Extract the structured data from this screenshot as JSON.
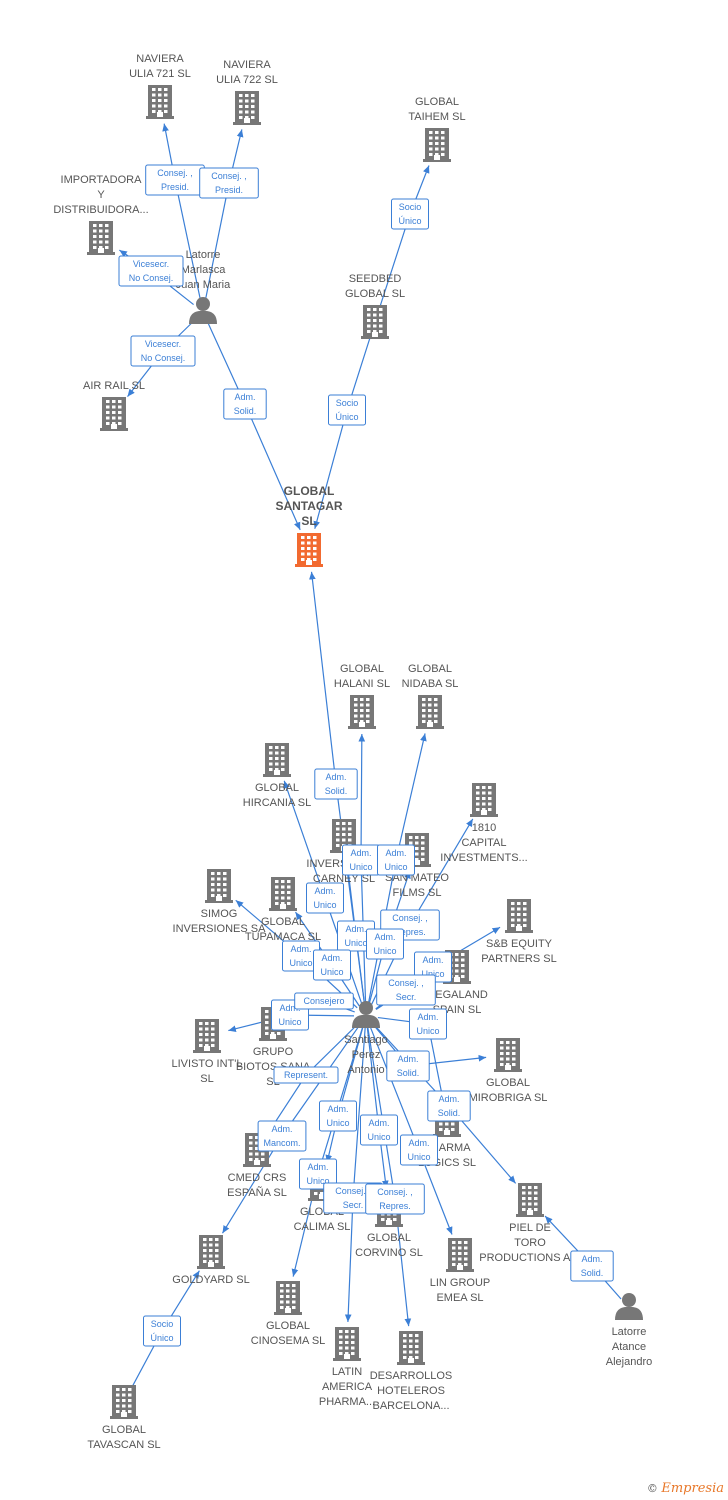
{
  "accent_color": "#3b7fd6",
  "node_color": "#777777",
  "main_node_color": "#f26a30",
  "nodes": [
    {
      "id": "naviera721",
      "type": "company",
      "lines": [
        "NAVIERA",
        "ULIA 721  SL"
      ]
    },
    {
      "id": "naviera722",
      "type": "company",
      "lines": [
        "NAVIERA",
        "ULIA 722  SL"
      ]
    },
    {
      "id": "taihem",
      "type": "company",
      "lines": [
        "GLOBAL",
        "TAIHEM SL"
      ]
    },
    {
      "id": "importadora",
      "type": "company",
      "lines": [
        "IMPORTADORA",
        "Y",
        "DISTRIBUIDORA..."
      ]
    },
    {
      "id": "latorre_jm",
      "type": "person",
      "lines": [
        "Latorre",
        "Marlasca",
        "Juan Maria"
      ]
    },
    {
      "id": "seedbed",
      "type": "company",
      "lines": [
        "SEEDBED",
        "GLOBAL  SL"
      ]
    },
    {
      "id": "airrail",
      "type": "company",
      "lines": [
        "AIR RAIL SL"
      ]
    },
    {
      "id": "santagar",
      "type": "main",
      "lines": [
        "GLOBAL",
        "SANTAGAR",
        "SL"
      ]
    },
    {
      "id": "halani",
      "type": "company",
      "lines": [
        "GLOBAL",
        "HALANI  SL"
      ]
    },
    {
      "id": "nidaba",
      "type": "company",
      "lines": [
        "GLOBAL",
        "NIDABA  SL"
      ]
    },
    {
      "id": "hircania",
      "type": "company",
      "lines": [
        "GLOBAL",
        "HIRCANIA  SL"
      ]
    },
    {
      "id": "capital1810",
      "type": "company",
      "lines": [
        "1810",
        "CAPITAL",
        "INVESTMENTS..."
      ]
    },
    {
      "id": "inversiones_carney",
      "type": "company",
      "lines": [
        "INVERSIONES",
        "CARNEY SL"
      ]
    },
    {
      "id": "sanmateo",
      "type": "company",
      "lines": [
        "SAN MATEO",
        "FILMS SL"
      ]
    },
    {
      "id": "simog",
      "type": "company",
      "lines": [
        "SIMOG",
        "INVERSIONES SA"
      ]
    },
    {
      "id": "tupamaca",
      "type": "company",
      "lines": [
        "GLOBAL",
        "TUPAMACA SL"
      ]
    },
    {
      "id": "sbequity",
      "type": "company",
      "lines": [
        "S&B EQUITY",
        "PARTNERS  SL"
      ]
    },
    {
      "id": "megaland",
      "type": "company",
      "lines": [
        "MEGALAND",
        "SPAIN SL"
      ]
    },
    {
      "id": "livisto",
      "type": "company",
      "lines": [
        "LIVISTO INT'L",
        "SL"
      ]
    },
    {
      "id": "biotos",
      "type": "company",
      "lines": [
        "GRUPO",
        "BIOTOS SANA",
        "SL"
      ]
    },
    {
      "id": "santiago",
      "type": "person",
      "lines": [
        "Santiago",
        "Perez",
        "Antonio"
      ]
    },
    {
      "id": "mirobriga",
      "type": "company",
      "lines": [
        "GLOBAL",
        "MIROBRIGA SL"
      ]
    },
    {
      "id": "pharma_logics",
      "type": "company",
      "lines": [
        "PHARMA",
        "LOGICS  SL"
      ]
    },
    {
      "id": "cmed",
      "type": "company",
      "lines": [
        "CMED CRS",
        "ESPAÑA  SL"
      ]
    },
    {
      "id": "calima",
      "type": "company",
      "lines": [
        "GLOBAL",
        "CALIMA SL"
      ]
    },
    {
      "id": "corvino",
      "type": "company",
      "lines": [
        "GLOBAL",
        "CORVINO SL"
      ]
    },
    {
      "id": "pieldetoro",
      "type": "company",
      "lines": [
        "PIEL DE",
        "TORO",
        "PRODUCTIONS AIE"
      ]
    },
    {
      "id": "goldyard",
      "type": "company",
      "lines": [
        "GOLDYARD SL"
      ]
    },
    {
      "id": "lingroup",
      "type": "company",
      "lines": [
        "LIN GROUP",
        "EMEA  SL"
      ]
    },
    {
      "id": "cinosema",
      "type": "company",
      "lines": [
        "GLOBAL",
        "CINOSEMA SL"
      ]
    },
    {
      "id": "latin_america",
      "type": "company",
      "lines": [
        "LATIN",
        "AMERICA",
        "PHARMA..."
      ]
    },
    {
      "id": "desarrollos",
      "type": "company",
      "lines": [
        "DESARROLLOS",
        "HOTELEROS",
        "BARCELONA..."
      ]
    },
    {
      "id": "latorre_aa",
      "type": "person",
      "lines": [
        "Latorre",
        "Atance",
        "Alejandro"
      ]
    },
    {
      "id": "tavascan",
      "type": "company",
      "lines": [
        "GLOBAL",
        "TAVASCAN  SL"
      ]
    }
  ],
  "edges": [
    {
      "from": "latorre_jm",
      "to": "naviera721",
      "label": [
        "Consej. ,",
        "Presid."
      ]
    },
    {
      "from": "latorre_jm",
      "to": "naviera722",
      "label": [
        "Consej. ,",
        "Presid."
      ]
    },
    {
      "from": "latorre_jm",
      "to": "importadora",
      "label": [
        "Vicesecr.",
        "No Consej."
      ]
    },
    {
      "from": "latorre_jm",
      "to": "airrail",
      "label": [
        "Vicesecr.",
        "No Consej."
      ]
    },
    {
      "from": "latorre_jm",
      "to": "santagar",
      "label": [
        "Adm.",
        "Solid."
      ]
    },
    {
      "from": "seedbed",
      "to": "taihem",
      "label": [
        "Socio",
        "Único"
      ]
    },
    {
      "from": "seedbed",
      "to": "santagar",
      "label": [
        "Socio",
        "Único"
      ]
    },
    {
      "from": "santiago",
      "to": "santagar",
      "label": [
        "Adm.",
        "Solid."
      ]
    },
    {
      "from": "santiago",
      "to": "halani",
      "label": [
        "Adm.",
        "Unico"
      ]
    },
    {
      "from": "santiago",
      "to": "nidaba",
      "label": [
        "Adm.",
        "Unico"
      ]
    },
    {
      "from": "santiago",
      "to": "hircania",
      "label": [
        "Adm.",
        "Unico"
      ]
    },
    {
      "from": "santiago",
      "to": "capital1810",
      "label": [
        "Consej. ,",
        "Repres."
      ]
    },
    {
      "from": "santiago",
      "to": "inversiones_carney",
      "label": [
        "Adm.",
        "Unico"
      ]
    },
    {
      "from": "santiago",
      "to": "sanmateo",
      "label": [
        "Adm.",
        "Unico"
      ]
    },
    {
      "from": "santiago",
      "to": "simog",
      "label": [
        "Adm.",
        "Unico"
      ]
    },
    {
      "from": "santiago",
      "to": "tupamaca",
      "label": [
        "Adm.",
        "Unico"
      ]
    },
    {
      "from": "santiago",
      "to": "sbequity",
      "label": [
        "Adm.",
        "Unico"
      ]
    },
    {
      "from": "santiago",
      "to": "megaland",
      "label": [
        "Consej. ,",
        "Secr."
      ]
    },
    {
      "from": "santiago",
      "to": "livisto",
      "label": [
        "Adm.",
        "Unico"
      ]
    },
    {
      "from": "santiago",
      "to": "biotos",
      "label": [
        "Consejero"
      ]
    },
    {
      "from": "santiago",
      "to": "mirobriga",
      "label": [
        "Adm.",
        "Solid."
      ]
    },
    {
      "from": "santiago",
      "to": "pharma_logics",
      "label": [
        "Adm.",
        "Unico"
      ]
    },
    {
      "from": "santiago",
      "to": "pieldetoro",
      "label": [
        "Adm.",
        "Solid."
      ]
    },
    {
      "from": "santiago",
      "to": "cmed",
      "label": [
        "Represent."
      ]
    },
    {
      "from": "santiago",
      "to": "goldyard",
      "label": [
        "Adm.",
        "Mancom."
      ]
    },
    {
      "from": "santiago",
      "to": "calima",
      "label": [
        "Adm.",
        "Unico"
      ]
    },
    {
      "from": "santiago",
      "to": "corvino",
      "label": [
        "Adm.",
        "Unico"
      ]
    },
    {
      "from": "santiago",
      "to": "lingroup",
      "label": [
        "Adm.",
        "Unico"
      ]
    },
    {
      "from": "santiago",
      "to": "cinosema",
      "label": [
        "Adm.",
        "Unico"
      ]
    },
    {
      "from": "santiago",
      "to": "latin_america",
      "label": [
        "Consej. ,",
        "Secr."
      ]
    },
    {
      "from": "santiago",
      "to": "desarrollos",
      "label": [
        "Consej. ,",
        "Repres."
      ]
    },
    {
      "from": "latorre_aa",
      "to": "pieldetoro",
      "label": [
        "Adm.",
        "Solid."
      ]
    },
    {
      "from": "tavascan",
      "to": "goldyard",
      "label": [
        "Socio",
        "Único"
      ]
    }
  ],
  "brand": {
    "copyright": "©",
    "name": "Empresia"
  }
}
